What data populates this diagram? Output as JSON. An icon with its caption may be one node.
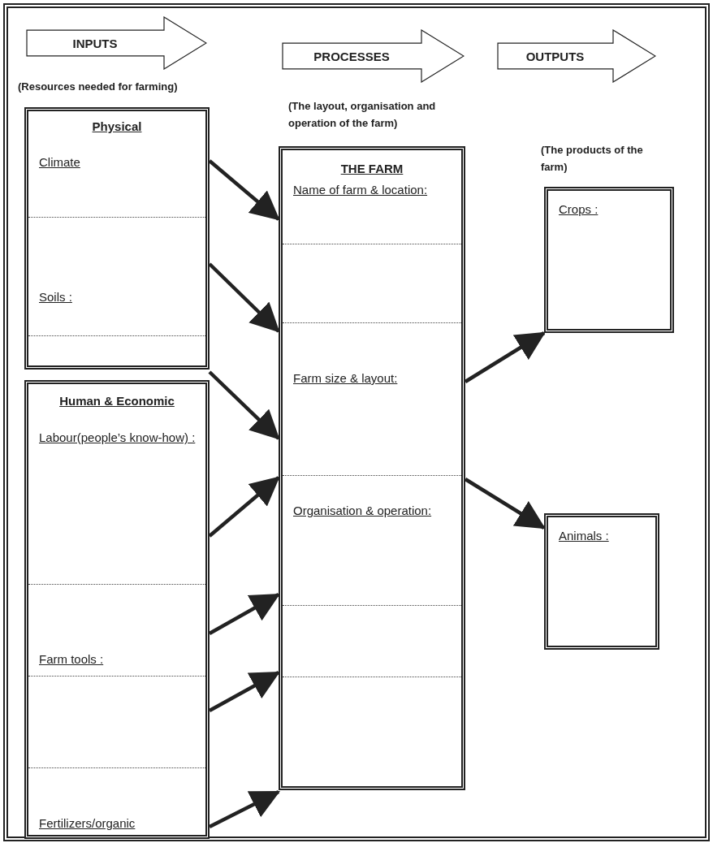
{
  "diagram": {
    "nodes": [
      {
        "text": [
          "INPUTS"
        ]
      },
      {
        "text": [
          "PROCESSES"
        ]
      },
      {
        "text": [
          "OUTPUTS"
        ]
      },
      {
        "text": [
          "Physical",
          "Climate",
          "Soils :"
        ]
      },
      {
        "text": [
          "Human & Economic",
          "Labour(people’s know-how) :",
          "Farm tools :",
          "Fertilizers/organic"
        ]
      },
      {
        "text": [
          "THE FARM",
          "Name of farm & location:",
          "Farm size & layout:",
          "Organisation & operation:"
        ]
      },
      {
        "text": [
          "Crops :"
        ]
      },
      {
        "text": [
          "Animals :"
        ]
      }
    ],
    "edges": [
      {
        "from": 3,
        "to": 5,
        "arrow": "to"
      },
      {
        "from": 3,
        "to": 5,
        "arrow": "to"
      },
      {
        "from": 3,
        "to": 5,
        "arrow": "to"
      },
      {
        "from": 4,
        "to": 5,
        "arrow": "to"
      },
      {
        "from": 4,
        "to": 5,
        "arrow": "to"
      },
      {
        "from": 4,
        "to": 5,
        "arrow": "to"
      },
      {
        "from": 4,
        "to": 5,
        "arrow": "to"
      },
      {
        "from": 5,
        "to": 6,
        "arrow": "to"
      },
      {
        "from": 5,
        "to": 7,
        "arrow": "to"
      }
    ],
    "labels": [
      "(Resources needed for farming)",
      "(The layout, organisation and operation of the farm)",
      "(The products of the farm)"
    ]
  }
}
